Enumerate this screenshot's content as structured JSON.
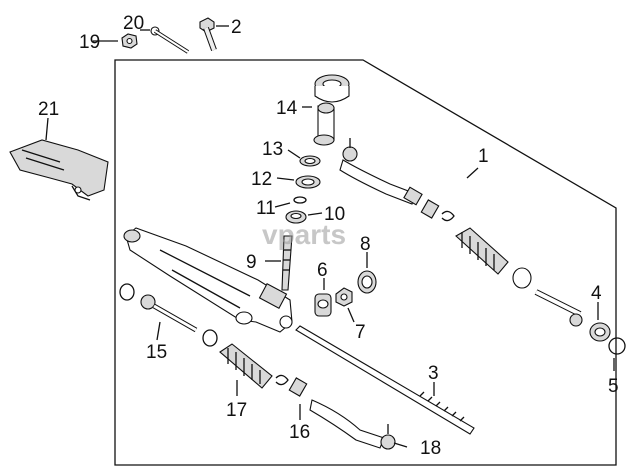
{
  "watermark": "vparts",
  "callouts": {
    "c1": "1",
    "c2": "2",
    "c3": "3",
    "c4": "4",
    "c5": "5",
    "c6": "6",
    "c7": "7",
    "c8": "8",
    "c9": "9",
    "c10": "10",
    "c11": "11",
    "c12": "12",
    "c13": "13",
    "c14": "14",
    "c15": "15",
    "c16": "16",
    "c17": "17",
    "c18": "18",
    "c19": "19",
    "c20": "20",
    "c21": "21"
  }
}
